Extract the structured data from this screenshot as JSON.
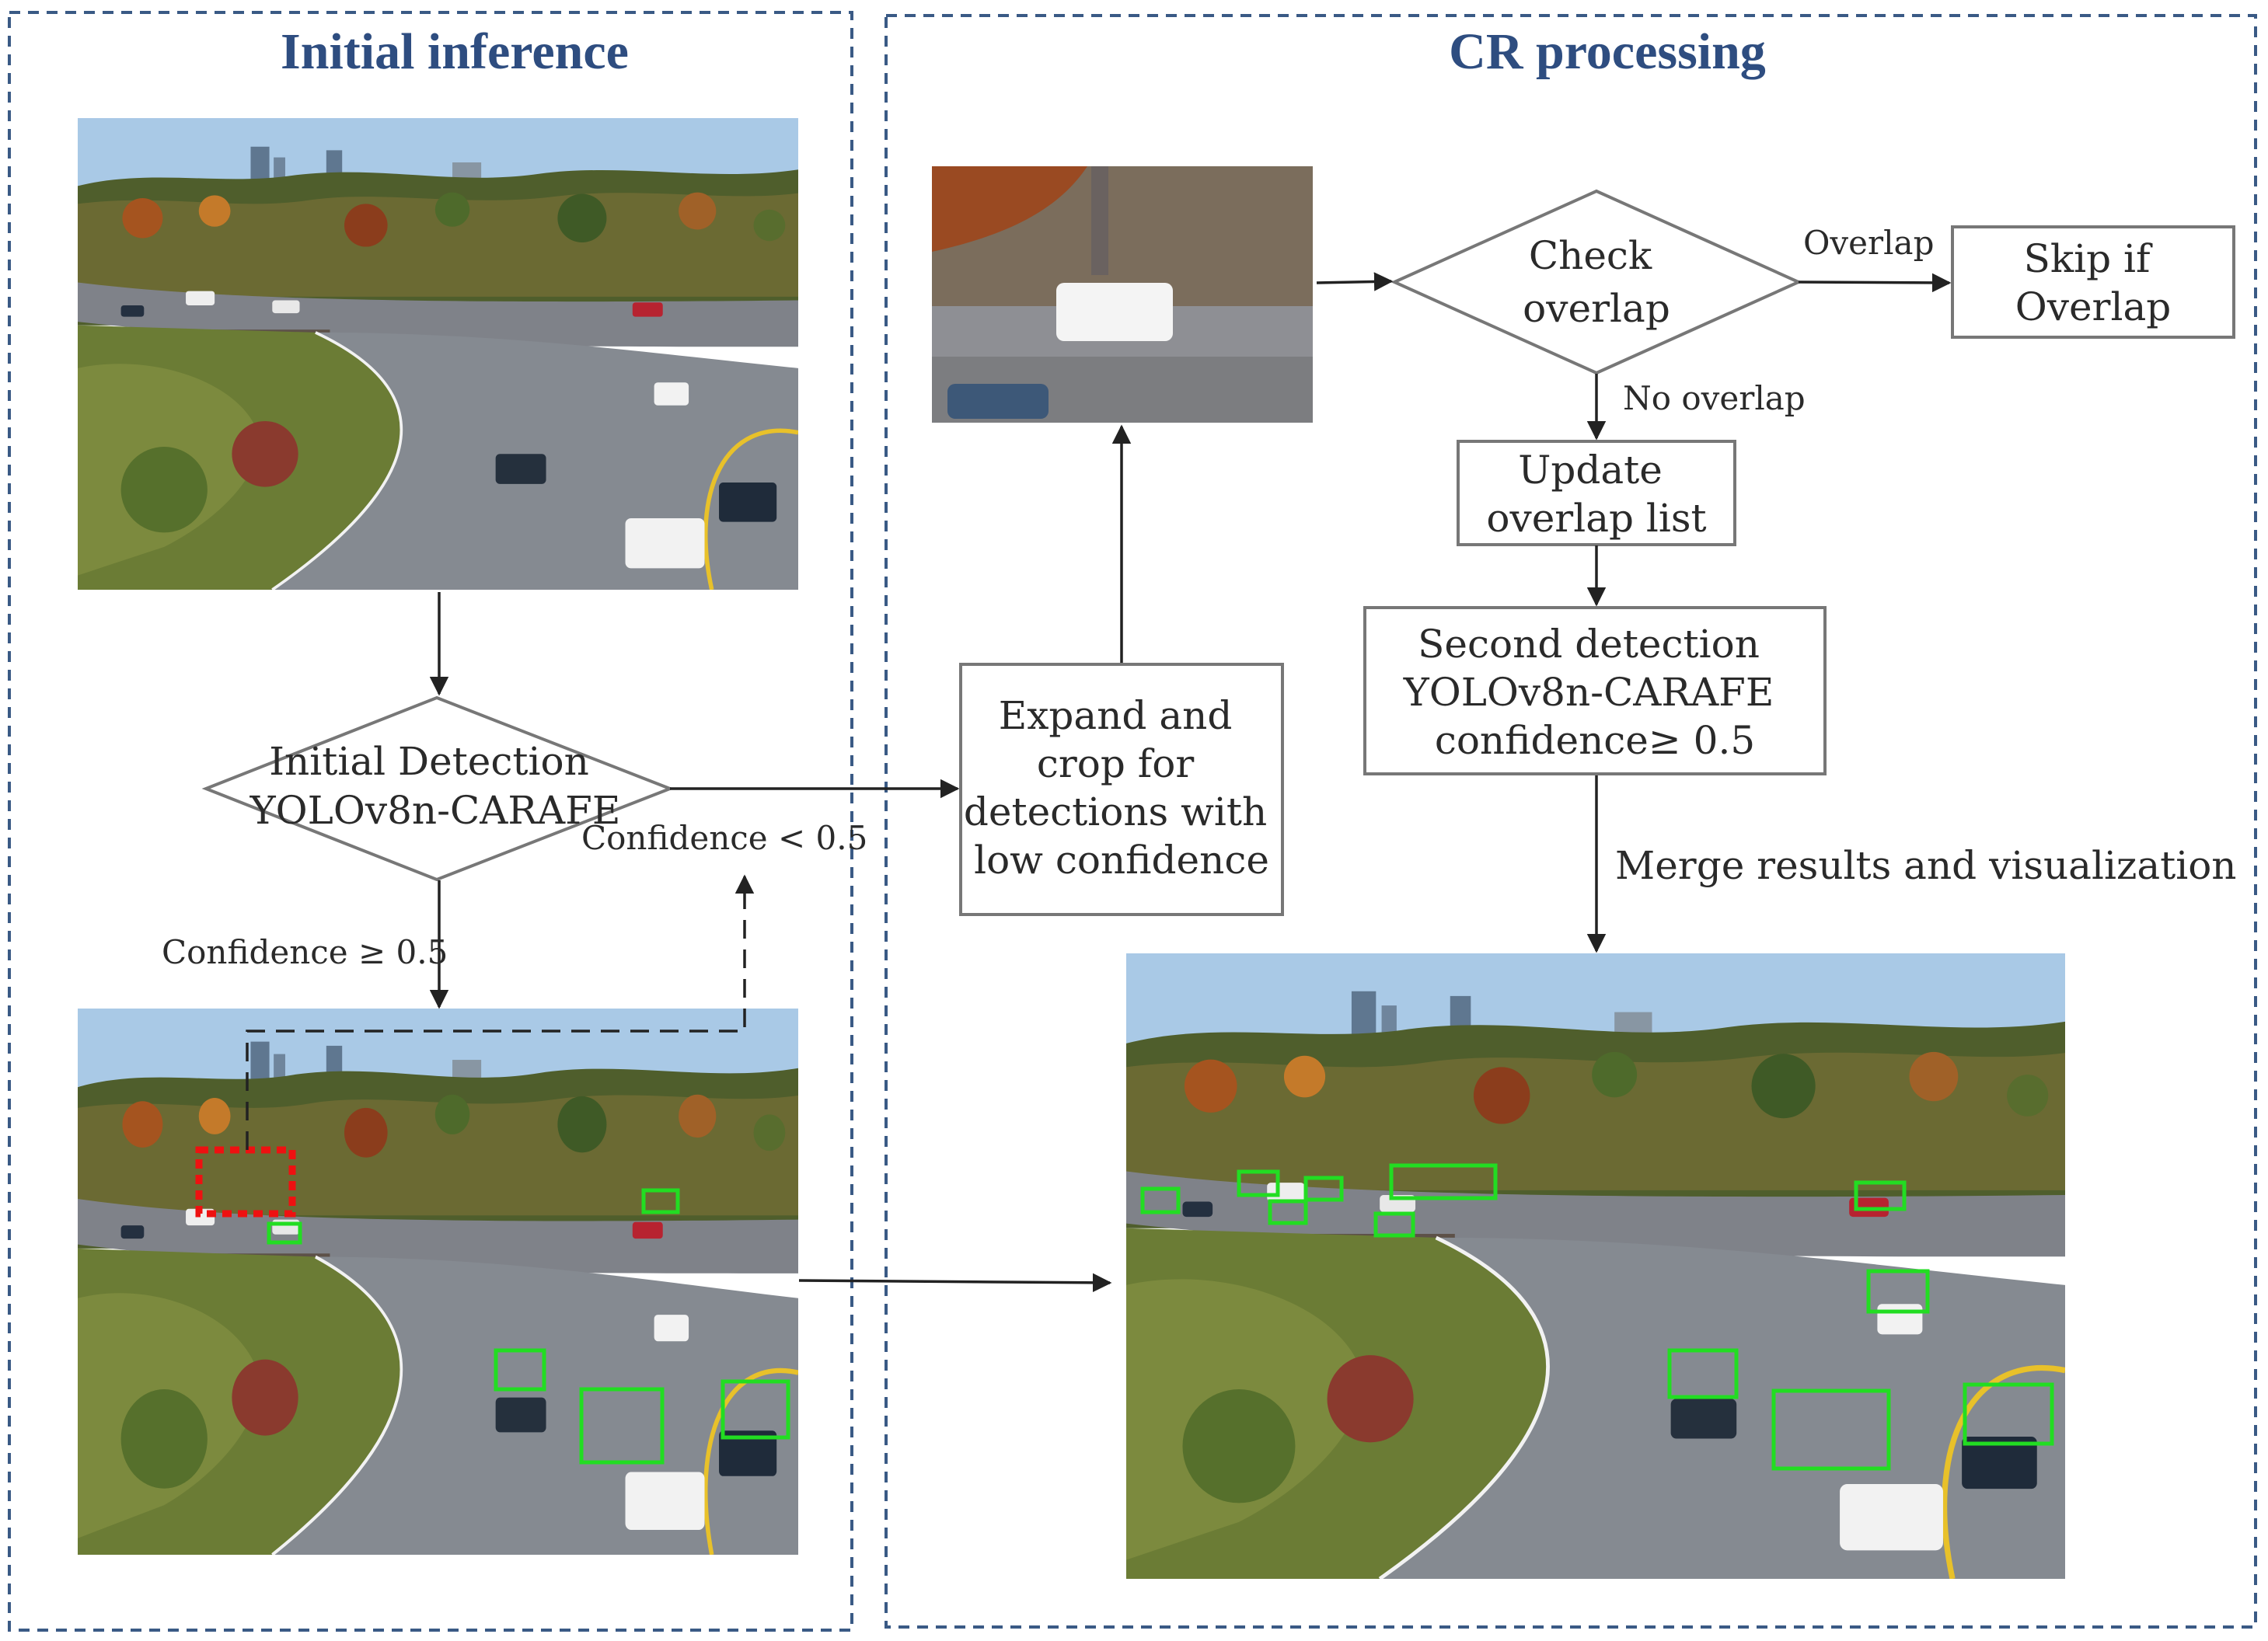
{
  "panels": {
    "initial": {
      "title": "Initial inference"
    },
    "cr": {
      "title": "CR processing"
    }
  },
  "nodes": {
    "initial_detection": {
      "lines": [
        "Initial Detection",
        "YOLOv8n-CARAFE"
      ]
    },
    "expand_crop": {
      "lines": [
        "Expand and",
        "crop for",
        "detections with",
        "low confidence"
      ]
    },
    "check_overlap": {
      "lines": [
        "Check",
        "overlap"
      ]
    },
    "skip": {
      "lines": [
        "Skip if",
        "Overlap"
      ]
    },
    "update": {
      "lines": [
        "Update",
        "overlap list"
      ]
    },
    "second": {
      "lines": [
        "Second detection",
        "YOLOv8n-CARAFE",
        "confidence≥ 0.5"
      ]
    }
  },
  "edge_labels": {
    "conf_high": "Confidence ≥ 0.5",
    "conf_low": "Confidence < 0.5",
    "overlap": "Overlap",
    "no_overlap": "No overlap",
    "merge": "Merge results and visualization"
  },
  "images": {
    "input": "highway scene (input image)",
    "first_result": "highway scene with initial detections",
    "crop": "cropped region with white van",
    "final_result": "highway scene with merged detections"
  },
  "colors": {
    "title": "#2e4d80",
    "panel_border": "#3a5a85",
    "detection_box": "#22dd22",
    "low_conf_box": "#ee1111"
  }
}
